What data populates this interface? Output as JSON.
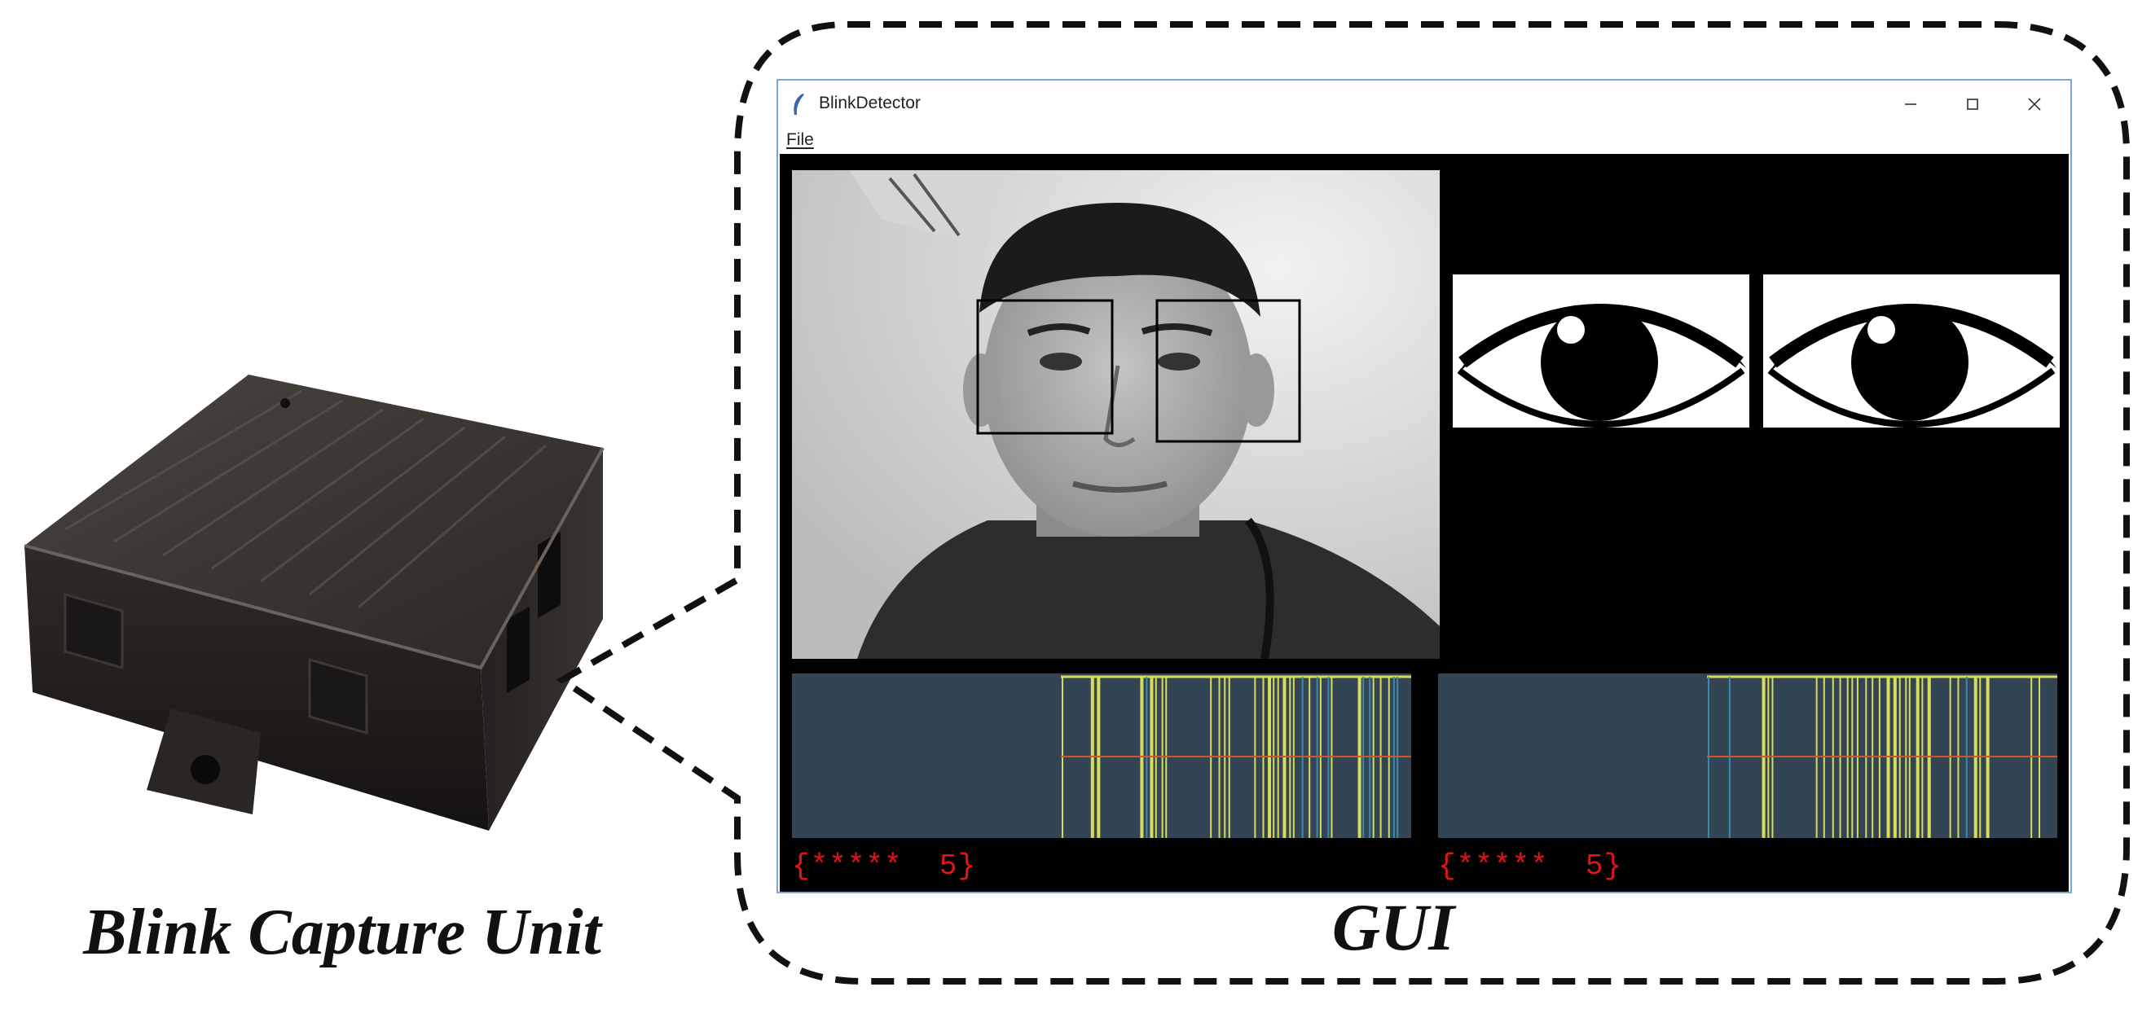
{
  "captions": {
    "unit": "Blink Capture Unit",
    "gui": "GUI"
  },
  "window": {
    "title": "BlinkDetector",
    "menu": [
      "File"
    ],
    "controls": [
      "minimize",
      "maximize",
      "close"
    ]
  },
  "eye_icons": [
    "eye-open-icon",
    "eye-open-icon"
  ],
  "blink_counters": [
    {
      "stars": "{*****",
      "count": "5}"
    },
    {
      "stars": "{*****",
      "count": "5}"
    }
  ],
  "colors": {
    "plot_bg": "#334455",
    "signal": "#d8dc5a",
    "threshold": "#d2552a",
    "counter": "#e0141a",
    "window_border": "#7aa9d8"
  }
}
